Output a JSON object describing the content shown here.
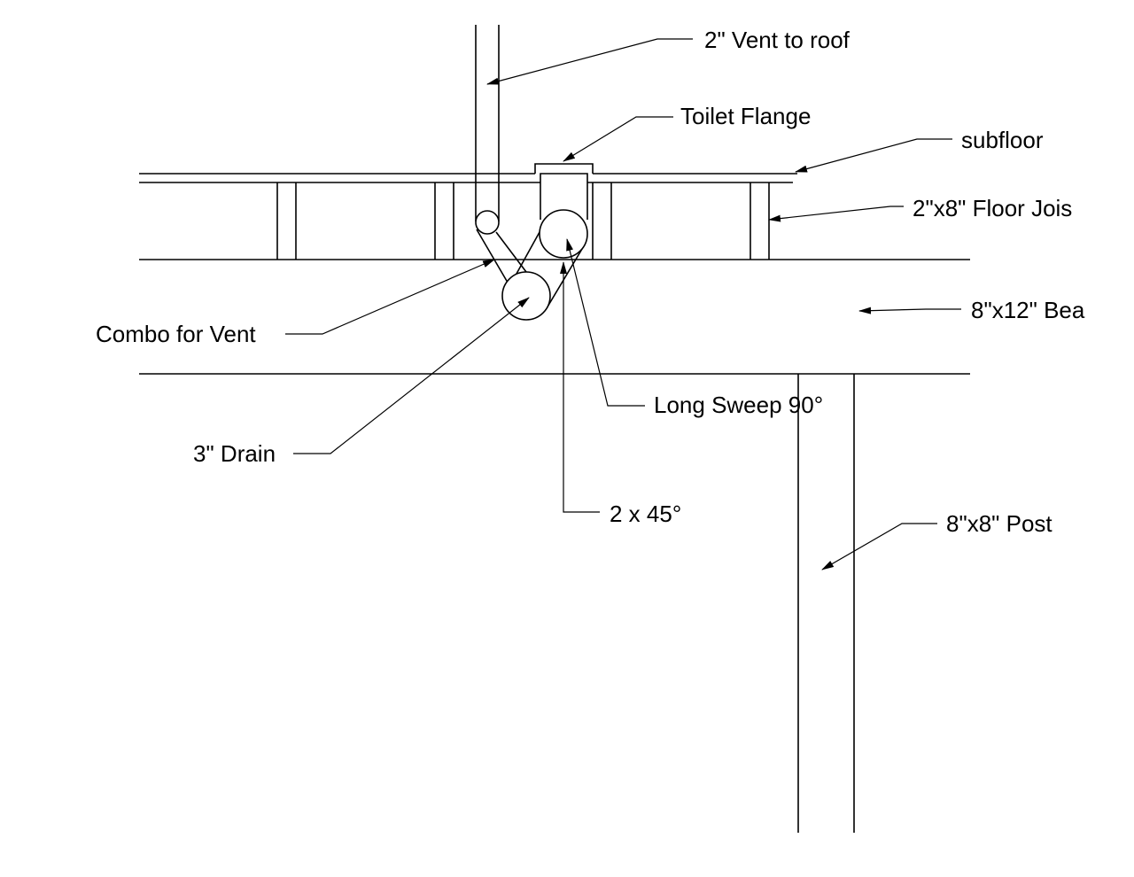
{
  "labels": {
    "vent": "2\" Vent to roof",
    "flange": "Toilet Flange",
    "subfloor": "subfloor",
    "joist": "2\"x8\" Floor Jois",
    "beam": "8\"x12\" Bea",
    "combo": "Combo for Vent",
    "sweep": "Long Sweep 90°",
    "drain": "3\" Drain",
    "fortyfive": "2 x 45°",
    "post": "8\"x8\" Post"
  },
  "colors": {
    "line": "#000000",
    "background": "#ffffff"
  }
}
